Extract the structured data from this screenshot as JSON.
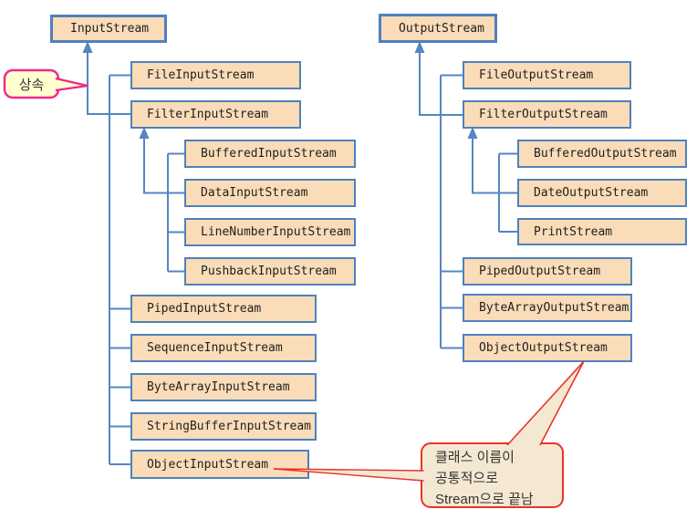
{
  "diagram": {
    "input_hierarchy": {
      "root": "InputStream",
      "children": [
        {
          "name": "FileInputStream"
        },
        {
          "name": "FilterInputStream",
          "children": [
            "BufferedInputStream",
            "DataInputStream",
            "LineNumberInputStream",
            "PushbackInputStream"
          ]
        },
        {
          "name": "PipedInputStream"
        },
        {
          "name": "SequenceInputStream"
        },
        {
          "name": "ByteArrayInputStream"
        },
        {
          "name": "StringBufferInputStream"
        },
        {
          "name": "ObjectInputStream"
        }
      ]
    },
    "output_hierarchy": {
      "root": "OutputStream",
      "children": [
        {
          "name": "FileOutputStream"
        },
        {
          "name": "FilterOutputStream",
          "children": [
            "BufferedOutputStream",
            "DateOutputStream",
            "PrintStream"
          ]
        },
        {
          "name": "PipedOutputStream"
        },
        {
          "name": "ByteArrayOutputStream"
        },
        {
          "name": "ObjectOutputStream"
        }
      ]
    },
    "callouts": {
      "inheritance_label": "상속",
      "note_line1": "클래스 이름이",
      "note_line2": "공통적으로",
      "note_line3": "Stream으로 끝남"
    },
    "colors": {
      "box_fill": "#FADCB8",
      "box_border": "#4E81BD",
      "connector_blue": "#5585C4",
      "callout_red": "#E8332B",
      "inherit_border": "#F0278F",
      "inherit_fill": "#FFFFD0",
      "note_fill": "#F5E8D3"
    }
  }
}
